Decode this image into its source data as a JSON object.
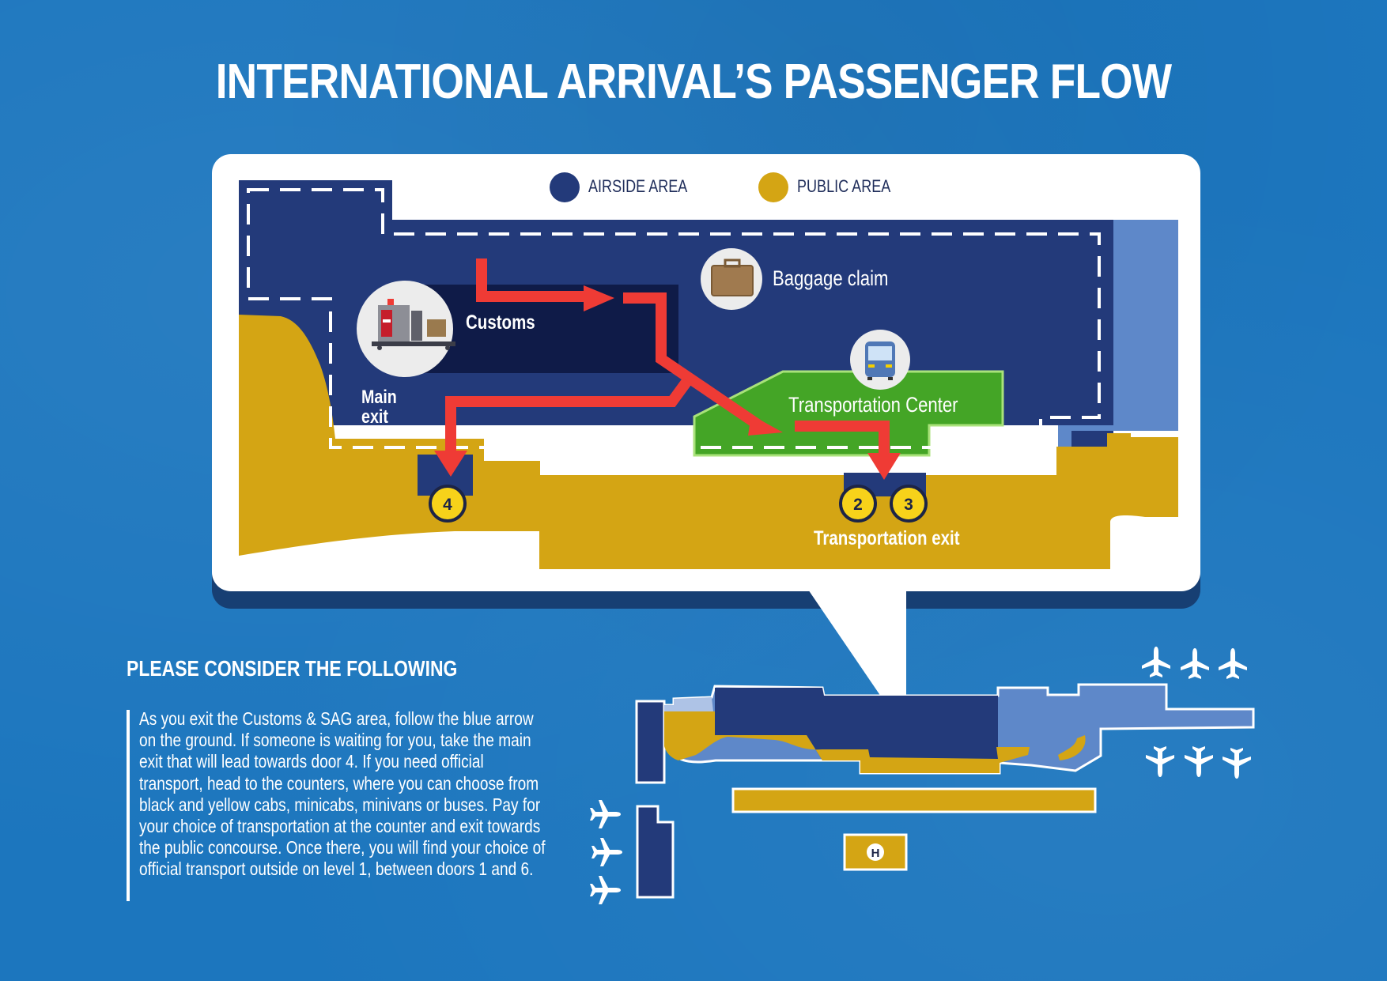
{
  "title": "INTERNATIONAL ARRIVAL’S PASSENGER FLOW",
  "legend": [
    {
      "label": "AIRSIDE AREA",
      "color": "#233a7a"
    },
    {
      "label": "PUBLIC AREA",
      "color": "#d4a514"
    }
  ],
  "map": {
    "customs_label": "Customs",
    "baggage_label": "Baggage claim",
    "transport_center_label": "Transportation Center",
    "main_exit_line1": "Main",
    "main_exit_line2": "exit",
    "transport_exit_label": "Transportation exit",
    "doors": [
      "4",
      "2",
      "3"
    ],
    "icons": [
      "customs-scanner-icon",
      "suitcase-icon",
      "bus-icon",
      "red-arrow-path"
    ]
  },
  "notes": {
    "heading": "PLEASE CONSIDER THE FOLLOWING",
    "body": "As you exit the Customs & SAG area, follow the blue arrow on the ground. If someone is waiting for you, take the main exit that will lead towards door 4. If you need official transport, head to the counters, where you can choose from black and yellow cabs, minicabs, minivans or buses. Pay for your choice of transportation at the counter and exit towards the public concourse. Once there, you will find your choice of official transport outside on level 1, between doors 1 and 6."
  },
  "overview": {
    "helipad_label": "H",
    "icons": [
      "airplane-icon"
    ]
  },
  "colors": {
    "background": "#1c76be",
    "airside": "#233a7a",
    "public": "#d4a514",
    "customs_room": "#0f1b48",
    "transport_center": "#44a526",
    "flow_arrow": "#ef3b35",
    "light_zone": "#5e88c9"
  }
}
